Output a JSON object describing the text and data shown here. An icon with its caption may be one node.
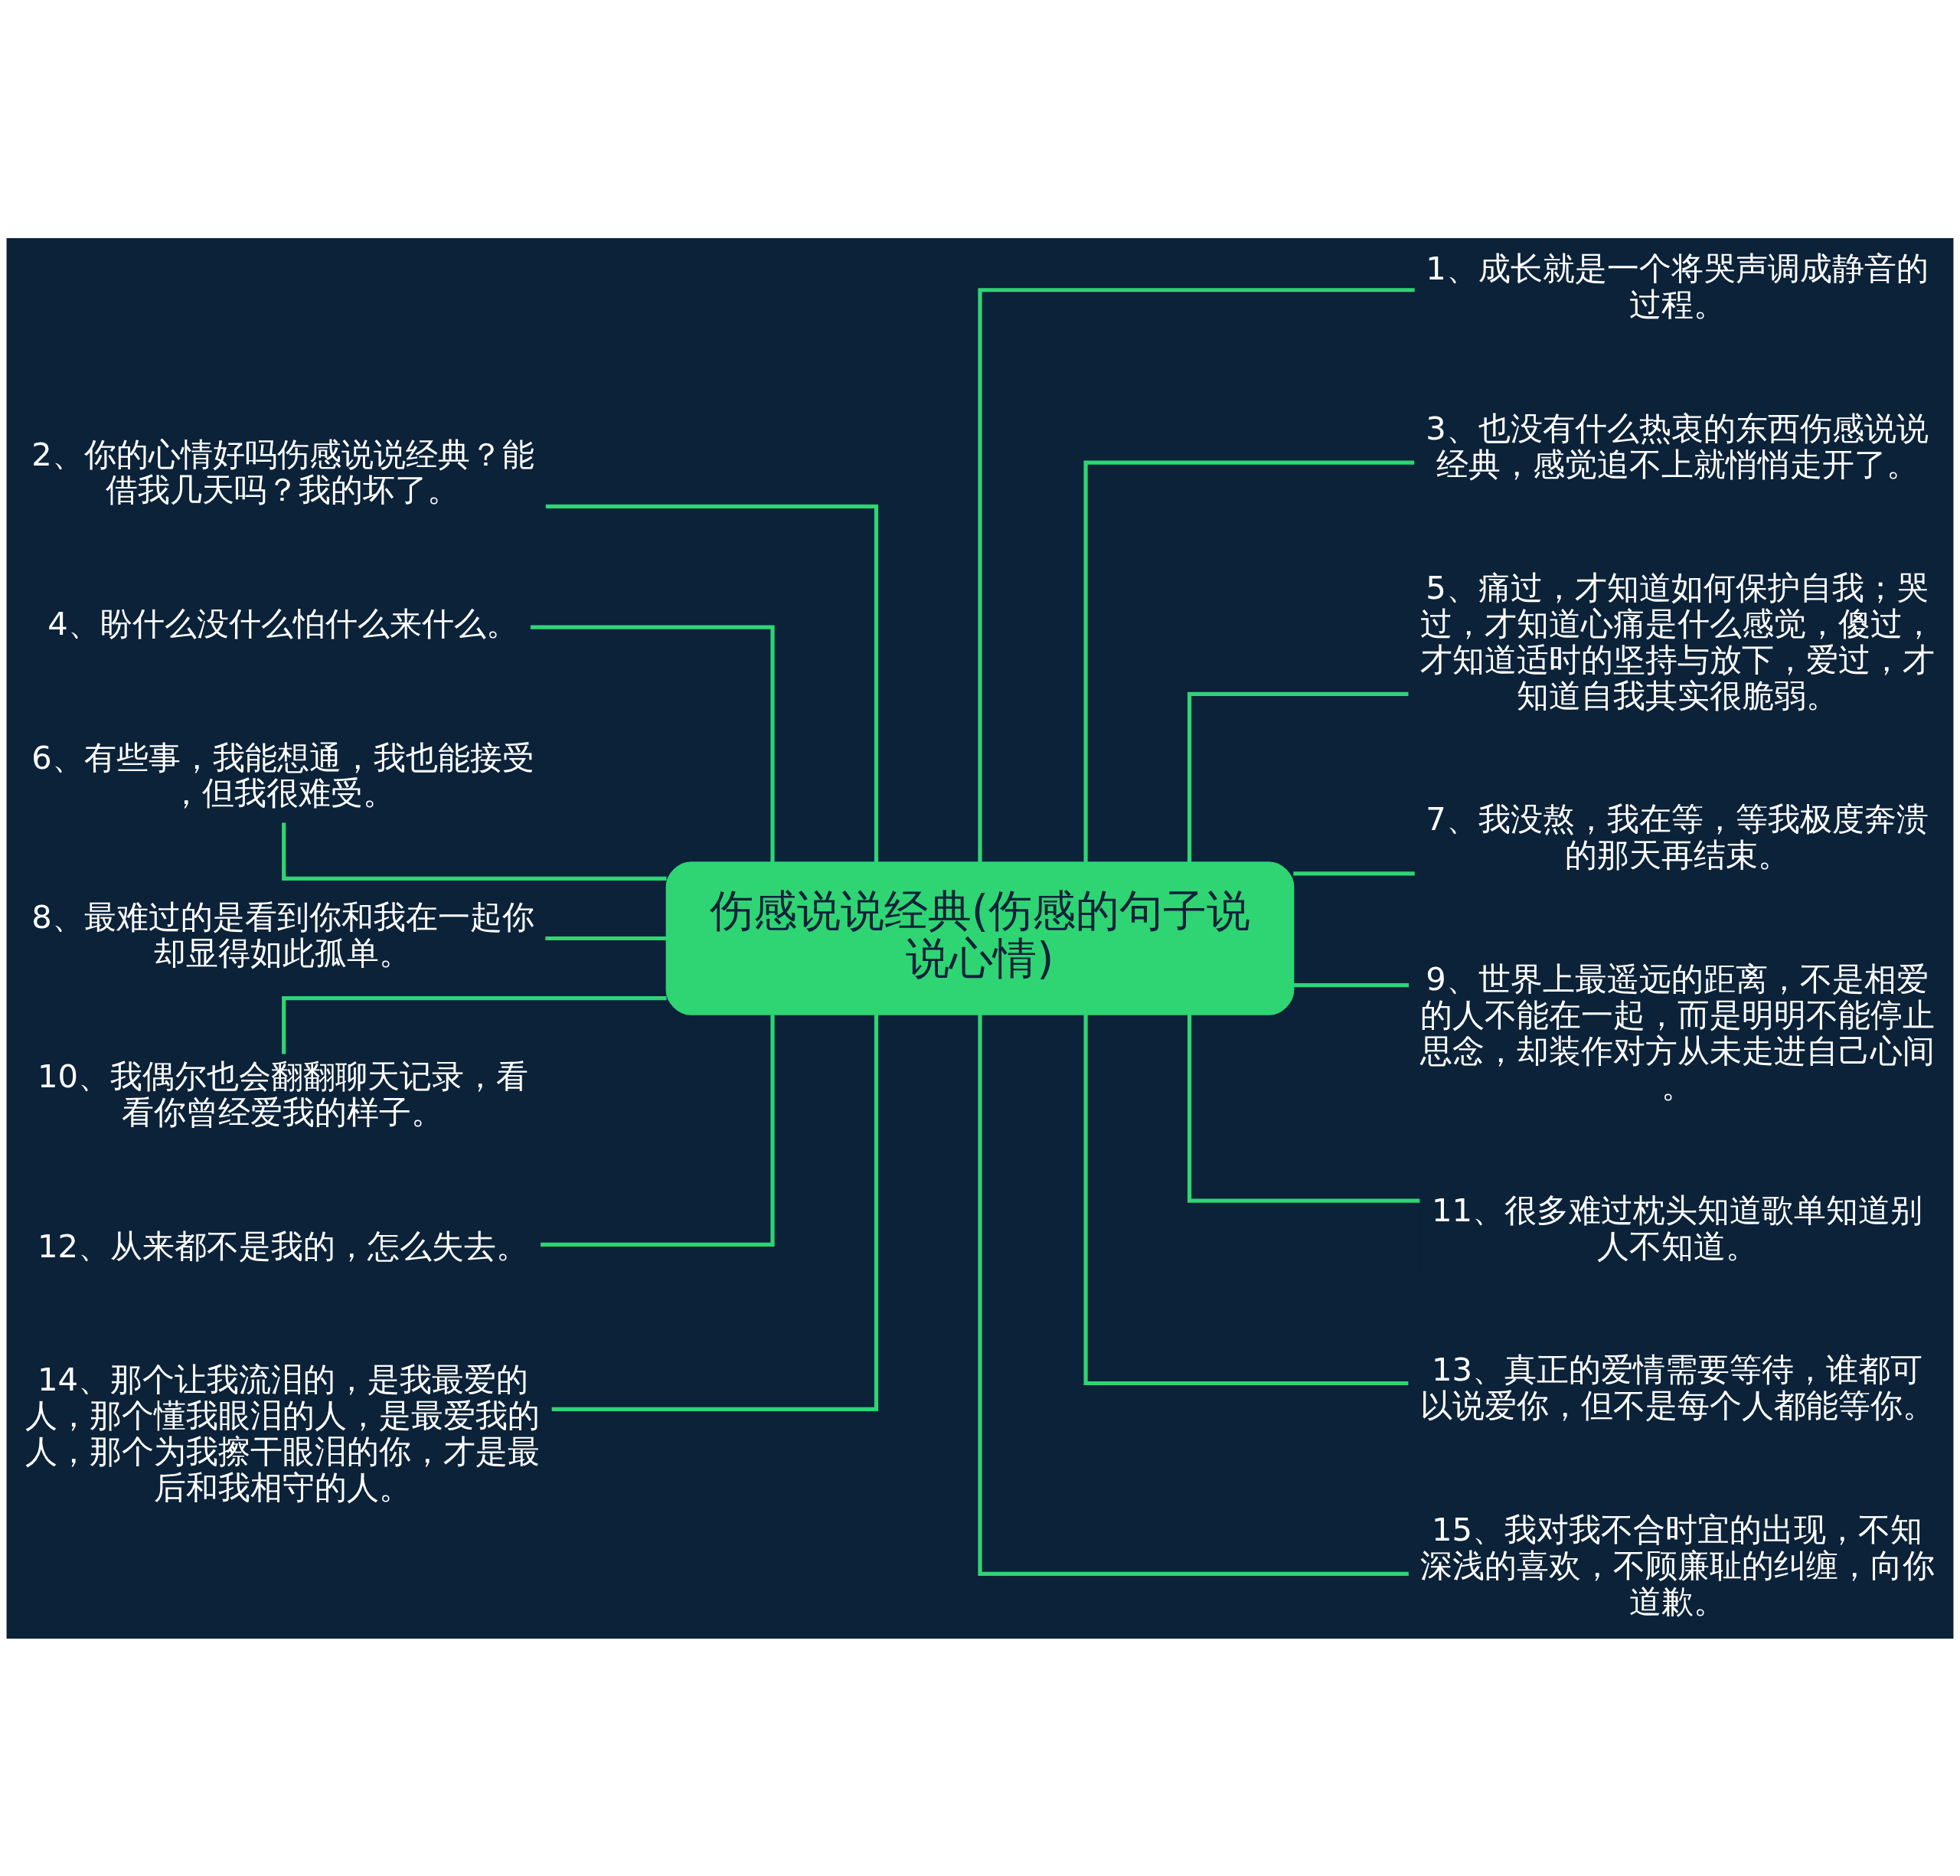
{
  "diagram": {
    "nodes": [
      {
        "text": [
          "伤感说说经典(伤感的句子说说心情)"
        ]
      },
      {
        "text": [
          "1、成长就是一个将哭声调成静音的过程。"
        ]
      },
      {
        "text": [
          "2、你的心情好吗伤感说说经典？能借我几天吗？我的坏了。"
        ]
      },
      {
        "text": [
          "3、也没有什么热衷的东西伤感说说经典，感觉追不上就悄悄走开了。"
        ]
      },
      {
        "text": [
          "4、盼什么没什么怕什么来什么。"
        ]
      },
      {
        "text": [
          "5、痛过，才知道如何保护自我；哭过，才知道心痛是什么感觉，傻过，才知道适时的坚持与放下，爱过，才知道自我其实很脆弱。"
        ]
      },
      {
        "text": [
          "6、有些事，我能想通，我也能接受，但我很难受。"
        ]
      },
      {
        "text": [
          "7、我没熬，我在等，等我极度奔溃的那天再结束。"
        ]
      },
      {
        "text": [
          "8、最难过的是看到你和我在一起你却显得如此孤单。"
        ]
      },
      {
        "text": [
          "9、世界上最遥远的距离，不是相爱的人不能在一起，而是明明不能停止思念，却装作对方从未走进自己心间。"
        ]
      },
      {
        "text": [
          "10、我偶尔也会翻翻聊天记录，看看你曾经爱我的样子。"
        ]
      },
      {
        "text": [
          "11、很多难过枕头知道歌单知道别人不知道。"
        ]
      },
      {
        "text": [
          "12、从来都不是我的，怎么失去。"
        ]
      },
      {
        "text": [
          "13、真正的爱情需要等待，谁都可以说爱你，但不是每个人都能等你。"
        ]
      },
      {
        "text": [
          "14、那个让我流泪的，是我最爱的人，那个懂我眼泪的人，是最爱我的人，那个为我擦干眼泪的你，才是最后和我相守的人。"
        ]
      },
      {
        "text": [
          "15、我对我不合时宜的出现，不知深浅的喜欢，不顾廉耻的纠缠，向你道歉。"
        ]
      }
    ],
    "edges": [
      {
        "from": 0,
        "to": 1,
        "arrow": "none"
      },
      {
        "from": 0,
        "to": 2,
        "arrow": "none"
      },
      {
        "from": 0,
        "to": 3,
        "arrow": "none"
      },
      {
        "from": 0,
        "to": 4,
        "arrow": "none"
      },
      {
        "from": 0,
        "to": 5,
        "arrow": "none"
      },
      {
        "from": 0,
        "to": 6,
        "arrow": "none"
      },
      {
        "from": 0,
        "to": 7,
        "arrow": "none"
      },
      {
        "from": 0,
        "to": 8,
        "arrow": "none"
      },
      {
        "from": 0,
        "to": 9,
        "arrow": "none"
      },
      {
        "from": 0,
        "to": 10,
        "arrow": "none"
      },
      {
        "from": 0,
        "to": 11,
        "arrow": "none"
      },
      {
        "from": 0,
        "to": 12,
        "arrow": "none"
      },
      {
        "from": 0,
        "to": 13,
        "arrow": "none"
      },
      {
        "from": 0,
        "to": 14,
        "arrow": "none"
      },
      {
        "from": 0,
        "to": 15,
        "arrow": "none"
      }
    ]
  }
}
